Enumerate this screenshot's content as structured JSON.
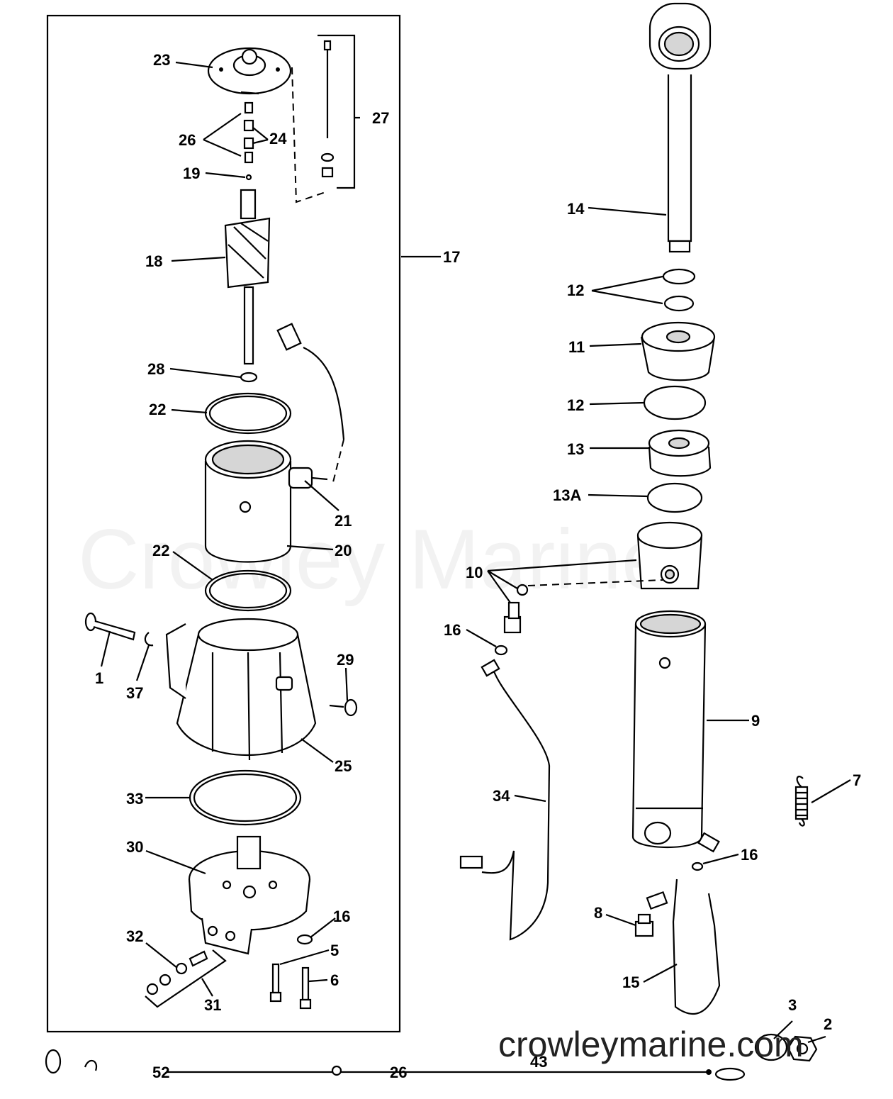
{
  "watermark": "Crowley Marine",
  "site_watermark": "crowleymarine.com",
  "callouts": {
    "c1": "1",
    "c2": "2",
    "c3": "3",
    "c5": "5",
    "c6": "6",
    "c7": "7",
    "c8": "8",
    "c9": "9",
    "c10": "10",
    "c11": "11",
    "c12a": "12",
    "c12b": "12",
    "c13": "13",
    "c13A": "13A",
    "c14": "14",
    "c15": "15",
    "c16a": "16",
    "c16b": "16",
    "c16c": "16",
    "c17": "17",
    "c18": "18",
    "c19": "19",
    "c20": "20",
    "c21": "21",
    "c22a": "22",
    "c22b": "22",
    "c23": "23",
    "c24": "24",
    "c25": "25",
    "c26": "26",
    "c27": "27",
    "c28": "28",
    "c29": "29",
    "c30": "30",
    "c31": "31",
    "c32": "32",
    "c33": "33",
    "c34": "34",
    "c37": "37",
    "c43": "43",
    "c52": "52",
    "c26b": "26"
  }
}
